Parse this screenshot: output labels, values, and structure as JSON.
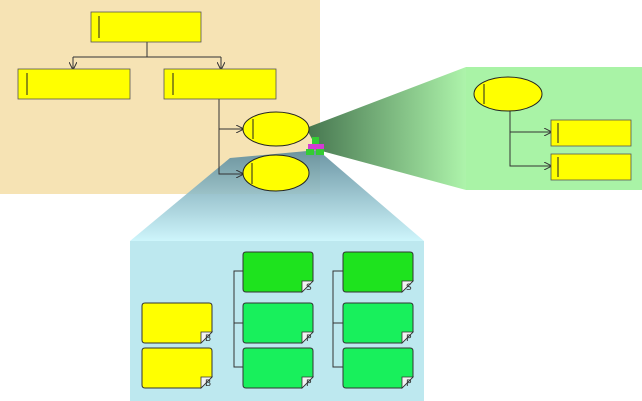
{
  "colors": {
    "background": "#ffffff",
    "top_panel": "#f6e3b4",
    "right_panel": "#a9f3a6",
    "bottom_panel": "#bde8ef",
    "node_yellow": "#ffff00",
    "node_green_bright": "#1ee31e",
    "node_green_light": "#18f05c",
    "connector": "#333333",
    "node_border": "#555555",
    "corner_fold": "#f2f2f2",
    "selection_magenta": "#d43ad4",
    "selection_green": "#33cc33"
  },
  "icons": {
    "selection_marker": "selection-marker-icon",
    "card_corner": "page-fold-icon"
  },
  "nodes": {
    "top_root": "",
    "top_left": "",
    "top_right": "",
    "ellipse_upper": "",
    "ellipse_lower": "",
    "right_root": "",
    "right_child_1": "",
    "right_child_2": "",
    "cards": [
      {
        "label": "",
        "marker": "B"
      },
      {
        "label": "",
        "marker": "B"
      },
      {
        "label": "",
        "marker": "S"
      },
      {
        "label": "",
        "marker": "P"
      },
      {
        "label": "",
        "marker": "P"
      },
      {
        "label": "",
        "marker": "S"
      },
      {
        "label": "",
        "marker": "P"
      },
      {
        "label": "",
        "marker": "P"
      }
    ]
  }
}
